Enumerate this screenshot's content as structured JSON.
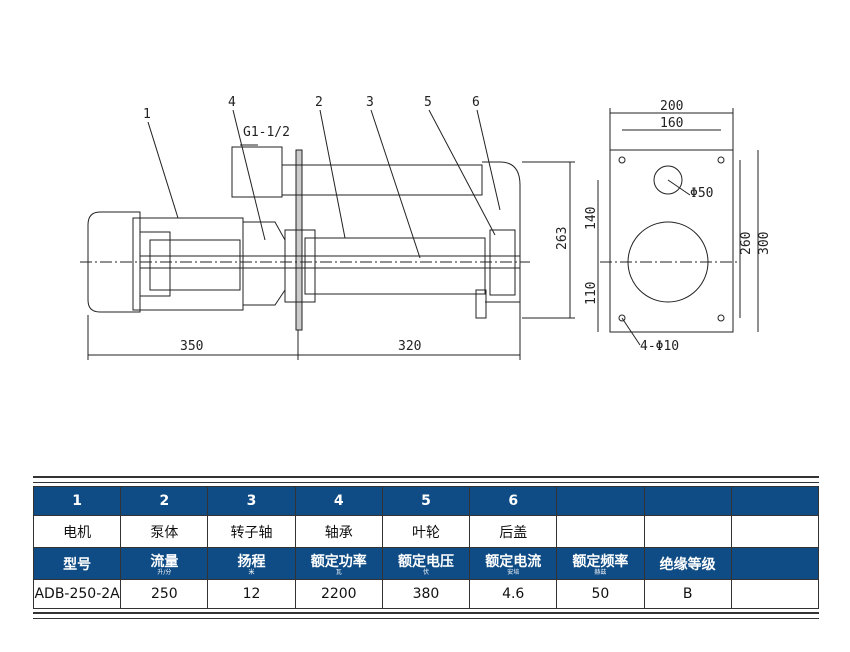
{
  "drawing": {
    "callouts": [
      "1",
      "4",
      "2",
      "3",
      "5",
      "6"
    ],
    "thread": "G1-1/2",
    "dims": {
      "left_len": "350",
      "right_len": "320",
      "height": "263",
      "plate_w": "200",
      "hole_span": "160",
      "hole_dia": "Φ50",
      "upper": "140",
      "lower": "110",
      "span_260": "260",
      "plate_h": "300",
      "mount_holes": "4-Φ10"
    }
  },
  "table": {
    "numbers": [
      "1",
      "2",
      "3",
      "4",
      "5",
      "6",
      "",
      "",
      ""
    ],
    "parts": [
      "电机",
      "泵体",
      "转子轴",
      "轴承",
      "叶轮",
      "后盖",
      "",
      "",
      ""
    ],
    "headers": [
      {
        "label": "型号",
        "unit": ""
      },
      {
        "label": "流量",
        "unit": "升/分"
      },
      {
        "label": "扬程",
        "unit": "米"
      },
      {
        "label": "额定功率",
        "unit": "瓦"
      },
      {
        "label": "额定电压",
        "unit": "伏"
      },
      {
        "label": "额定电流",
        "unit": "安培"
      },
      {
        "label": "额定频率",
        "unit": "赫兹"
      },
      {
        "label": "绝缘等级",
        "unit": ""
      },
      {
        "label": "",
        "unit": ""
      }
    ],
    "values": [
      "ADB-250-2A",
      "250",
      "12",
      "2200",
      "380",
      "4.6",
      "50",
      "B",
      ""
    ]
  }
}
